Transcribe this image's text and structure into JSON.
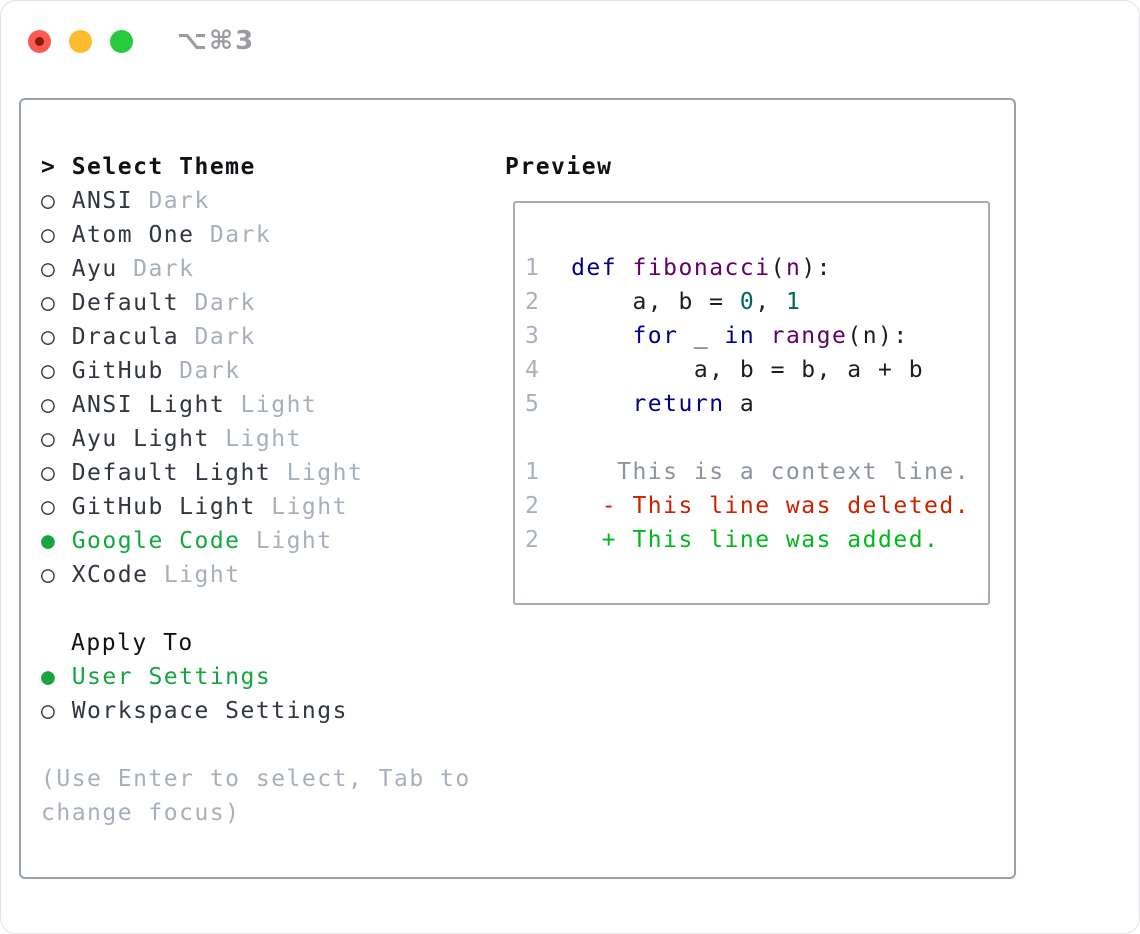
{
  "window": {
    "title": "⌥⌘3"
  },
  "theme_picker": {
    "header": "> Select Theme",
    "themes": [
      {
        "name": "ANSI",
        "variant": "Dark",
        "selected": false
      },
      {
        "name": "Atom One",
        "variant": "Dark",
        "selected": false
      },
      {
        "name": "Ayu",
        "variant": "Dark",
        "selected": false
      },
      {
        "name": "Default",
        "variant": "Dark",
        "selected": false
      },
      {
        "name": "Dracula",
        "variant": "Dark",
        "selected": false
      },
      {
        "name": "GitHub",
        "variant": "Dark",
        "selected": false
      },
      {
        "name": "ANSI Light",
        "variant": "Light",
        "selected": false
      },
      {
        "name": "Ayu Light",
        "variant": "Light",
        "selected": false
      },
      {
        "name": "Default Light",
        "variant": "Light",
        "selected": false
      },
      {
        "name": "GitHub Light",
        "variant": "Light",
        "selected": false
      },
      {
        "name": "Google Code",
        "variant": "Light",
        "selected": true
      },
      {
        "name": "XCode",
        "variant": "Light",
        "selected": false
      }
    ],
    "apply_to": {
      "label": "Apply To",
      "options": [
        {
          "label": "User Settings",
          "selected": true
        },
        {
          "label": "Workspace Settings",
          "selected": false
        }
      ]
    },
    "hint_lines": [
      "(Use Enter to select, Tab to",
      "change focus)"
    ],
    "radio_selected_glyph": "●",
    "radio_unselected_glyph": "○"
  },
  "preview": {
    "label": "Preview",
    "code_lines": [
      {
        "num": "1",
        "tokens": [
          {
            "text": "  ",
            "style": "plain"
          },
          {
            "text": "def",
            "style": "keyword"
          },
          {
            "text": " ",
            "style": "plain"
          },
          {
            "text": "fibonacci",
            "style": "title"
          },
          {
            "text": "(",
            "style": "plain"
          },
          {
            "text": "n",
            "style": "title"
          },
          {
            "text": "):",
            "style": "plain"
          }
        ]
      },
      {
        "num": "2",
        "tokens": [
          {
            "text": "      a, b = ",
            "style": "plain"
          },
          {
            "text": "0",
            "style": "number"
          },
          {
            "text": ", ",
            "style": "plain"
          },
          {
            "text": "1",
            "style": "number"
          }
        ]
      },
      {
        "num": "3",
        "tokens": [
          {
            "text": "      ",
            "style": "plain"
          },
          {
            "text": "for",
            "style": "keyword"
          },
          {
            "text": " _ ",
            "style": "plain"
          },
          {
            "text": "in",
            "style": "keyword"
          },
          {
            "text": " ",
            "style": "plain"
          },
          {
            "text": "range",
            "style": "title"
          },
          {
            "text": "(n):",
            "style": "plain"
          }
        ]
      },
      {
        "num": "4",
        "tokens": [
          {
            "text": "          a, b = b, a + b",
            "style": "plain"
          }
        ]
      },
      {
        "num": "5",
        "tokens": [
          {
            "text": "      ",
            "style": "plain"
          },
          {
            "text": "return",
            "style": "keyword"
          },
          {
            "text": " a",
            "style": "plain"
          }
        ]
      },
      {
        "num": "",
        "tokens": []
      },
      {
        "num": "1",
        "tokens": [
          {
            "text": "     ",
            "style": "plain"
          },
          {
            "text": "This is a context line.",
            "style": "context"
          }
        ]
      },
      {
        "num": "2",
        "tokens": [
          {
            "text": "    ",
            "style": "plain"
          },
          {
            "text": "- This line was deleted.",
            "style": "deleted"
          }
        ]
      },
      {
        "num": "2",
        "tokens": [
          {
            "text": "    ",
            "style": "plain"
          },
          {
            "text": "+ This line was added.",
            "style": "added"
          }
        ]
      }
    ]
  },
  "colors": {
    "selection_green": "#15a63f",
    "muted_gray": "#a7b0ba",
    "text_dark": "#31373e",
    "text_black": "#101316",
    "panel_border": "#99a1ab",
    "preview_border": "#a6adb5",
    "code_plain": "#1b1e21",
    "code_keyword": "#000088",
    "code_title": "#660066",
    "code_number": "#006666",
    "diff_deleted": "#cc2200",
    "diff_added": "#00b81c",
    "diff_context": "#8d949c",
    "line_number": "#a8b1bb",
    "title_gray": "#9b9ba0",
    "traffic_red": "#f95a51",
    "traffic_red_dot": "#84190f",
    "traffic_yellow": "#fdbc2e",
    "traffic_green": "#27c93f"
  }
}
